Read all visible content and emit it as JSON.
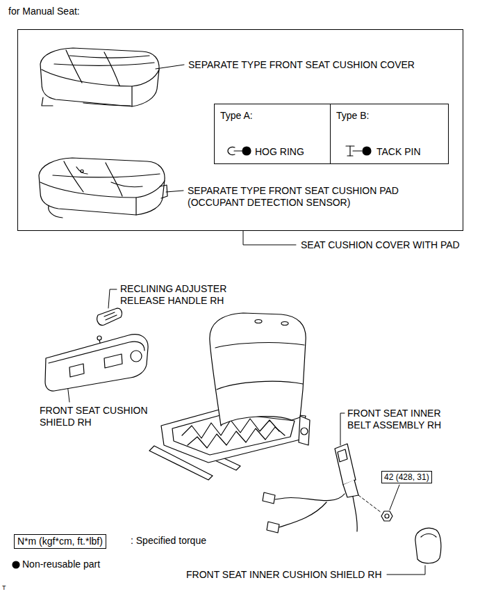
{
  "diagram": {
    "title": "for Manual Seat:",
    "nodes": [
      {
        "text": [
          "SEAT CUSHION COVER WITH PAD"
        ]
      },
      {
        "text": [
          "Type A:",
          "HOG RING"
        ],
        "in": 0
      },
      {
        "text": [
          "Type B:",
          "TACK PIN"
        ],
        "in": 0
      },
      {
        "text": [
          "42 (428, 31)"
        ]
      },
      {
        "text": [
          "N*m (kgf*cm, ft.*lbf)"
        ]
      }
    ],
    "labels": [
      "SEPARATE TYPE FRONT SEAT CUSHION COVER",
      "SEPARATE TYPE FRONT SEAT CUSHION PAD (OCCUPANT DETECTION SENSOR)",
      "RECLINING ADJUSTER RELEASE HANDLE RH",
      "FRONT SEAT CUSHION SHIELD RH",
      "FRONT SEAT INNER BELT ASSEMBLY RH",
      "FRONT SEAT INNER CUSHION SHIELD RH",
      "T"
    ],
    "legend": [
      {
        "text": ": Specified torque"
      },
      {
        "text": "Non-reusable part"
      }
    ]
  }
}
